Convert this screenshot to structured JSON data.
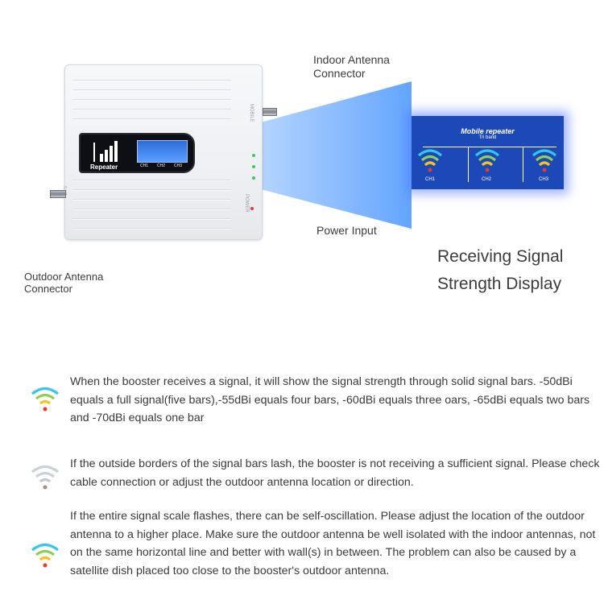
{
  "labels": {
    "indoor_line1": "Indoor Antenna",
    "indoor_line2": "Connector",
    "power": "Power Input",
    "outdoor_line1": "Outdoor Antenna",
    "outdoor_line2": "Connector",
    "display_line1": "Receiving Signal",
    "display_line2": "Strength Display"
  },
  "device": {
    "screen_label": "Repeater",
    "channels": [
      "CH1",
      "CH2",
      "CH3"
    ],
    "side_labels": [
      "MOBILE",
      "BTS",
      "POWER"
    ]
  },
  "panel": {
    "title": "Mobile repeater",
    "subtitle": "Tri band",
    "channels": [
      "CH1",
      "CH2",
      "CH3"
    ]
  },
  "info": [
    {
      "icon": "signal-strength-color-icon",
      "text": "When the booster receives a signal, it will show the signal strength through solid signal bars. -50dBi equals a full signal(five bars),-55dBi equals four bars, -60dBi equals three oars, -65dBi equals two bars and -70dBi equals one bar"
    },
    {
      "icon": "signal-strength-gray-icon",
      "text": "If the outside borders of the signal bars lash, the booster is not receiving a sufficient signal. Please check cable connection or adjust the outdoor antenna location or direction."
    },
    {
      "icon": "signal-strength-color-icon",
      "text": "If the entire signal scale flashes, there can be self-oscillation. Please adjust the location of the outdoor antenna to a higher place. Make sure the outdoor antenna be well isolated with the indoor antennas, not on the same horizontal line and better with wall(s) in between. The problem can also be caused by a satellite dish placed too close to the booster's outdoor antenna."
    }
  ],
  "colors": {
    "panel_blue": "#1d49b8",
    "beam_blue": "#5aa0ff",
    "wave_cyan": "#35c6f0",
    "wave_green": "#8fd14f",
    "wave_yellow": "#f4c318",
    "wave_red": "#e53935",
    "wave_gray": "#b8c2cc"
  }
}
